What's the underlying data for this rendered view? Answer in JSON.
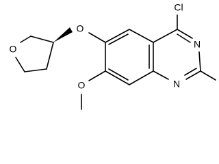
{
  "molecule": {
    "atoms": {
      "cl": "Cl",
      "n_top": "N",
      "n_bottom": "N",
      "o_ether": "O",
      "o_methoxy": "O",
      "o_ring": "O"
    }
  }
}
